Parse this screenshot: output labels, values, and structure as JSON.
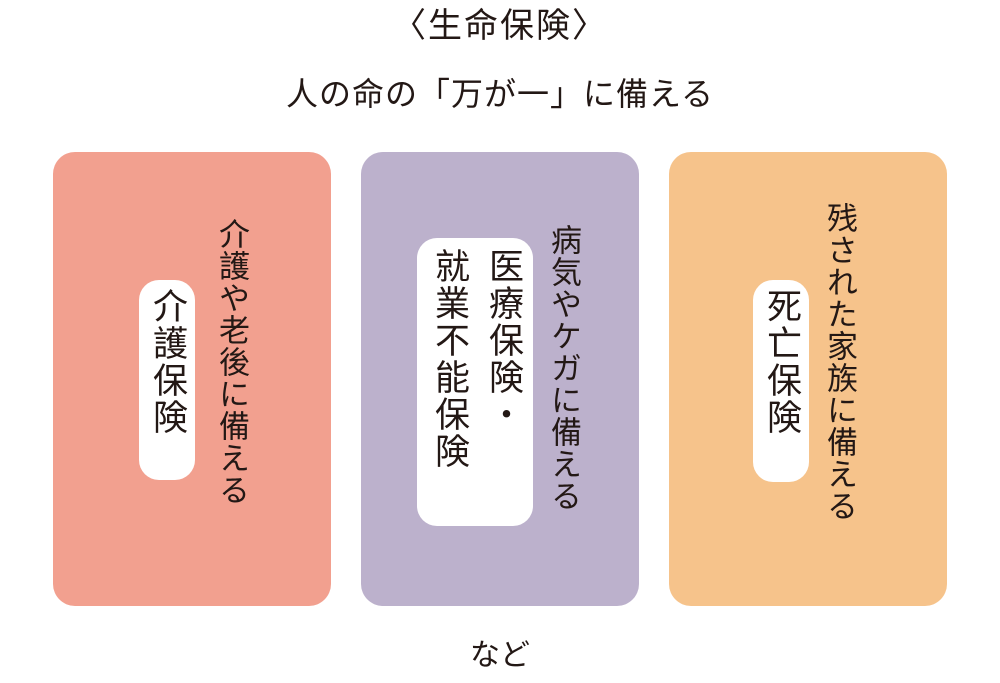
{
  "title": "〈生命保険〉",
  "subtitle": "人の命の「万が一」に備える",
  "cards": [
    {
      "description": "介護や老後に備える",
      "insurance": "介護保険",
      "color": "#f2a08f"
    },
    {
      "description": "病気やケガに備える",
      "insurance_line1": "医療保険・",
      "insurance_line2": "就業不能保険",
      "color": "#bcb1cc"
    },
    {
      "description": "残された家族に備える",
      "insurance": "死亡保険",
      "color": "#f6c38b"
    }
  ],
  "footer": "など"
}
